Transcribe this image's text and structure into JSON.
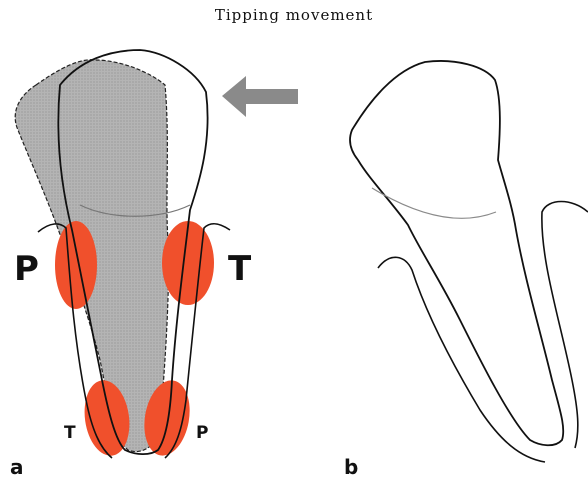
{
  "title": "Tipping movement",
  "panel_a": {
    "label": "a",
    "left_zone_label": "P",
    "right_zone_label": "T",
    "apex_left_label": "T",
    "apex_right_label": "P"
  },
  "panel_b": {
    "label": "b"
  },
  "colors": {
    "pressure_zone": "#f0502c",
    "shadow_tooth": "#a9a9a9",
    "arrow": "#8a8a8a",
    "outline": "#111111",
    "cej_line": "#9a9a9a"
  },
  "icons": {
    "force_arrow": "left-arrow-icon"
  }
}
